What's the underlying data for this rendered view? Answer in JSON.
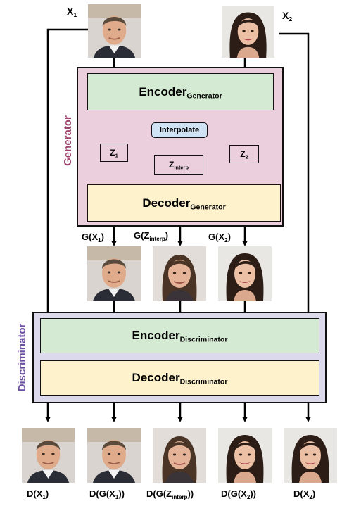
{
  "inputs": {
    "x1": {
      "base": "X",
      "sub": "1"
    },
    "x2": {
      "base": "X",
      "sub": "2"
    }
  },
  "generator": {
    "label": "Generator",
    "encoder": {
      "base": "Encoder",
      "sub": "Generator"
    },
    "decoder": {
      "base": "Decoder",
      "sub": "Generator"
    },
    "interpolate": "Interpolate",
    "z1": {
      "base": "Z",
      "sub": "1"
    },
    "z2": {
      "base": "Z",
      "sub": "2"
    },
    "zinterp": {
      "base": "Z",
      "sub": "interp"
    },
    "colors": {
      "panel": "#ebcfdd",
      "panel_label": "#a0456f",
      "encoder": "#d5ead2",
      "decoder": "#fdf2cc",
      "interpolate": "#cfe3f5"
    }
  },
  "gen_outputs": {
    "g1": {
      "pre": "G(X",
      "sub": "1",
      "post": ")"
    },
    "ginterp": {
      "pre": "G(Z",
      "sub": "interp",
      "post": ")"
    },
    "g2": {
      "pre": "G(X",
      "sub": "2",
      "post": ")"
    }
  },
  "discriminator": {
    "label": "Discriminator",
    "encoder": {
      "base": "Encoder",
      "sub": "Discriminator"
    },
    "decoder": {
      "base": "Decoder",
      "sub": "Discriminator"
    },
    "colors": {
      "panel": "#ddd9ed",
      "panel_label": "#6a4fa0",
      "encoder": "#d5ead2",
      "decoder": "#fdf2cc"
    }
  },
  "disc_outputs": {
    "d1": {
      "pre": "D(X",
      "sub": "1",
      "post": ")"
    },
    "dg1": {
      "pre": "D(G(X",
      "sub": "1",
      "post": "))"
    },
    "dginterp": {
      "pre": "D(G(Z",
      "sub": "interp",
      "post": "))"
    },
    "dg2": {
      "pre": "D(G(X",
      "sub": "2",
      "post": "))"
    },
    "d2": {
      "pre": "D(X",
      "sub": "2",
      "post": ")"
    }
  }
}
